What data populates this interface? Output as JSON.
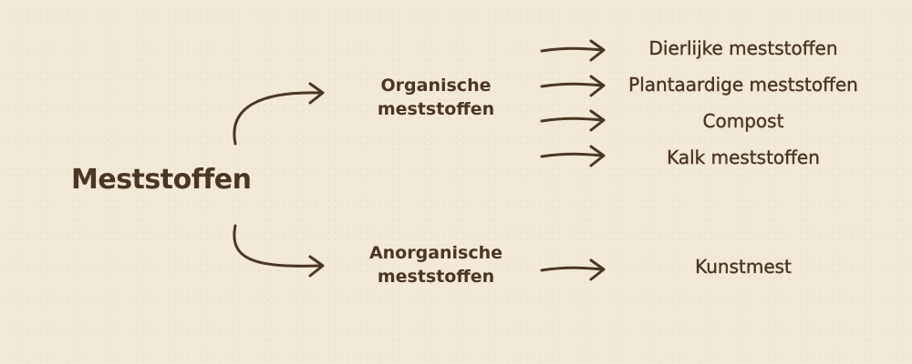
{
  "diagram": {
    "root": "Meststoffen",
    "groups": [
      {
        "label_line1": "Organische",
        "label_line2": "meststoffen",
        "children": [
          "Dierlijke meststoffen",
          "Plantaardige meststoffen",
          "Compost",
          "Kalk meststoffen"
        ]
      },
      {
        "label_line1": "Anorganische",
        "label_line2": "meststoffen",
        "children": [
          "Kunstmest"
        ]
      }
    ]
  },
  "colors": {
    "background": "#f3e9d8",
    "ink": "#4a3622"
  }
}
